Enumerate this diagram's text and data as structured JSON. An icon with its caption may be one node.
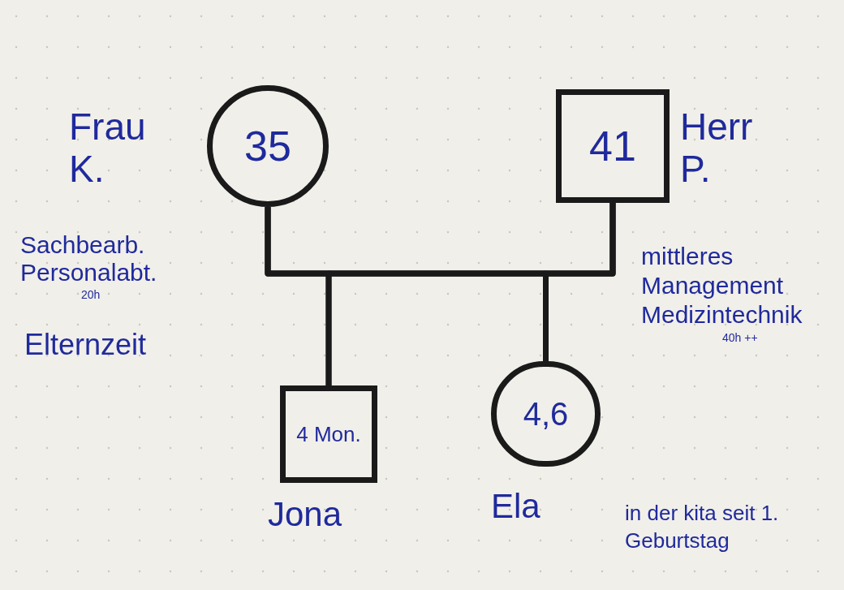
{
  "diagram": {
    "nodes": [
      {
        "text": [
          "35"
        ],
        "beside": [
          "Frau K.",
          "Sachbearb. Personalabt.",
          "20h",
          "Elternzeit"
        ]
      },
      {
        "text": [
          "41"
        ],
        "beside": [
          "Herr P.",
          "mittleres Management Medizintechnik",
          "40h ++"
        ]
      },
      {
        "text": [
          "4 Mon."
        ],
        "beside": [
          "Jona"
        ]
      },
      {
        "text": [
          "4,6"
        ],
        "beside": [
          "Ela",
          "in der kita seit 1. Geburtstag"
        ]
      }
    ],
    "edges": [
      {
        "from": 0,
        "to": 1,
        "arrow": "none"
      },
      {
        "from": 0,
        "to": 2,
        "arrow": "none"
      },
      {
        "from": 1,
        "to": 2,
        "arrow": "none"
      },
      {
        "from": 0,
        "to": 3,
        "arrow": "none"
      },
      {
        "from": 1,
        "to": 3,
        "arrow": "none"
      }
    ]
  }
}
